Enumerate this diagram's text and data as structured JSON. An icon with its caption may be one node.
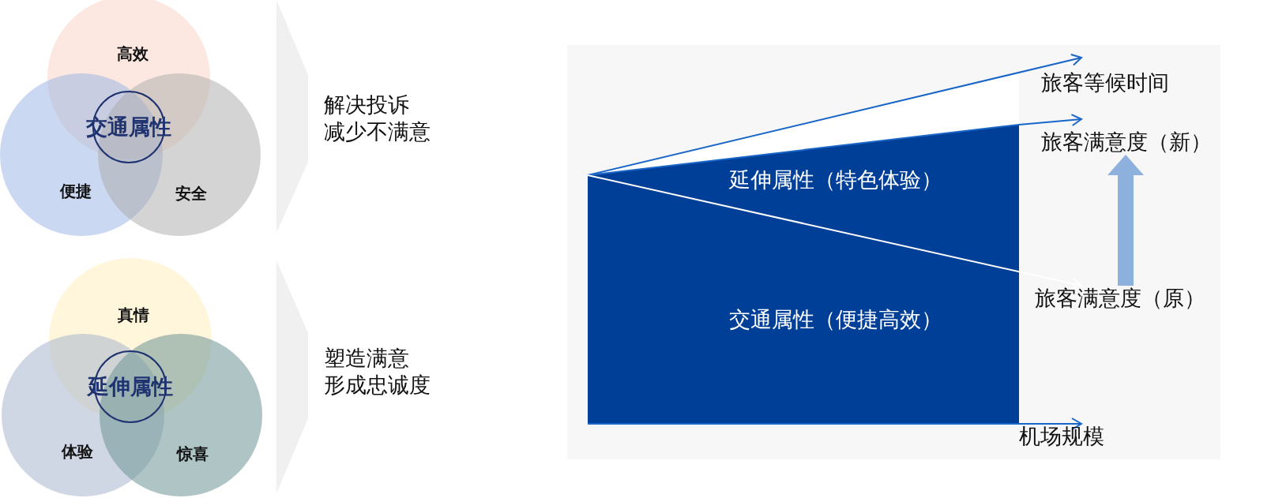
{
  "diagram": {
    "nodes": [
      {
        "text": [
          "高效"
        ]
      },
      {
        "text": [
          "便捷"
        ]
      },
      {
        "text": [
          "安全"
        ]
      },
      {
        "text": [
          "交通属性"
        ]
      },
      {
        "text": [
          "真情"
        ]
      },
      {
        "text": [
          "体验"
        ]
      },
      {
        "text": [
          "惊喜"
        ]
      },
      {
        "text": [
          "延伸属性"
        ]
      },
      {
        "text": [
          "延伸属性（特色体验）",
          "交通属性（便捷高效）"
        ]
      },
      {
        "text": [
          "旅客等候时间"
        ]
      },
      {
        "text": [
          "旅客满意度（新）"
        ]
      },
      {
        "text": [
          "旅客满意度（原）"
        ]
      },
      {
        "text": [
          "机场规模"
        ]
      },
      {
        "text": [],
        "shape": "chevron"
      },
      {
        "text": [],
        "shape": "chevron"
      }
    ],
    "edges": [
      {
        "from": 8,
        "to": 9,
        "arrow": "to"
      },
      {
        "from": 8,
        "to": 10,
        "arrow": "to"
      },
      {
        "from": 8,
        "to": 11,
        "arrow": "to",
        "color": "#ffffff"
      },
      {
        "from": 8,
        "to": 12,
        "arrow": "to"
      },
      {
        "from": 11,
        "to": 10,
        "arrow": "to",
        "style": "thick",
        "color": "#8eb0dc"
      }
    ],
    "labels": [
      "解决投诉减少不满意",
      "塑造满意形成忠诚度"
    ]
  }
}
